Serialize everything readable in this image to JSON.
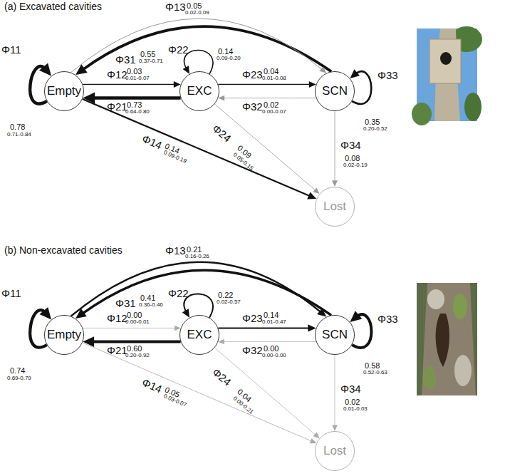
{
  "diagram": {
    "nodes": [
      {
        "text": [
          "Empty"
        ]
      },
      {
        "text": [
          "EXC"
        ]
      },
      {
        "text": [
          "SCN"
        ]
      },
      {
        "text": [
          "Lost"
        ]
      },
      {
        "text": [
          "Empty"
        ]
      },
      {
        "text": [
          "EXC"
        ]
      },
      {
        "text": [
          "SCN"
        ]
      },
      {
        "text": [
          "Lost"
        ]
      }
    ],
    "edges": [
      {
        "from": 0,
        "to": 0,
        "arrow": "to",
        "label": "Φ11"
      },
      {
        "from": 0,
        "to": 1,
        "arrow": "to",
        "label": "Φ12"
      },
      {
        "from": 1,
        "to": 0,
        "arrow": "to",
        "label": "Φ21"
      },
      {
        "from": 1,
        "to": 1,
        "arrow": "to",
        "label": "Φ22"
      },
      {
        "from": 1,
        "to": 2,
        "arrow": "to",
        "label": "Φ23"
      },
      {
        "from": 2,
        "to": 1,
        "arrow": "to",
        "label": "Φ32"
      },
      {
        "from": 2,
        "to": 2,
        "arrow": "to",
        "label": "Φ33"
      },
      {
        "from": 0,
        "to": 2,
        "arrow": "to",
        "label": "Φ13"
      },
      {
        "from": 2,
        "to": 0,
        "arrow": "to",
        "label": "Φ31"
      },
      {
        "from": 0,
        "to": 3,
        "arrow": "to",
        "label": "Φ14"
      },
      {
        "from": 1,
        "to": 3,
        "arrow": "to",
        "label": "Φ24"
      },
      {
        "from": 2,
        "to": 3,
        "arrow": "to",
        "label": "Φ34"
      },
      {
        "from": 4,
        "to": 4,
        "arrow": "to",
        "label": "Φ11"
      },
      {
        "from": 4,
        "to": 5,
        "arrow": "to",
        "label": "Φ12"
      },
      {
        "from": 5,
        "to": 4,
        "arrow": "to",
        "label": "Φ21"
      },
      {
        "from": 5,
        "to": 5,
        "arrow": "to",
        "label": "Φ22"
      },
      {
        "from": 5,
        "to": 6,
        "arrow": "to",
        "label": "Φ23"
      },
      {
        "from": 6,
        "to": 5,
        "arrow": "to",
        "label": "Φ32"
      },
      {
        "from": 6,
        "to": 6,
        "arrow": "to",
        "label": "Φ33"
      },
      {
        "from": 4,
        "to": 6,
        "arrow": "to",
        "label": "Φ13"
      },
      {
        "from": 6,
        "to": 4,
        "arrow": "to",
        "label": "Φ31"
      },
      {
        "from": 4,
        "to": 7,
        "arrow": "to",
        "label": "Φ14"
      },
      {
        "from": 5,
        "to": 7,
        "arrow": "to",
        "label": "Φ24"
      },
      {
        "from": 6,
        "to": 7,
        "arrow": "to",
        "label": "Φ34"
      }
    ],
    "labels": [
      "(a) Excavated cavities",
      "0.78",
      "0.71-0.84",
      "0.03",
      "0.01-0.07",
      "0.73",
      "0.64-0.80",
      "0.14",
      "0.09-0.20",
      "0.04",
      "0.01-0.08",
      "0.02",
      "0.00-0.07",
      "0.35",
      "0.20-0.52",
      "0.05",
      "0.02-0.09",
      "0.55",
      "0.37-0.71",
      "0.14",
      "0.09-0.19",
      "0.09",
      "0.05-0.15",
      "0.08",
      "0.02-0.19",
      "(b) Non-excavated cavities",
      "0.74",
      "0.69-0.79",
      "0.00",
      "0.00-0.01",
      "0.60",
      "0.20-0.92",
      "0.22",
      "0.02-0.57",
      "0.14",
      "0.01-0.47",
      "0.00",
      "0.00-0.00",
      "0.58",
      "0.52-0.63",
      "0.21",
      "0.16-0.26",
      "0.41",
      "0.36-0.46",
      "0.05",
      "0.03-0.07",
      "0.04",
      "0.00-0.21",
      "0.02",
      "0.01-0.03"
    ]
  }
}
